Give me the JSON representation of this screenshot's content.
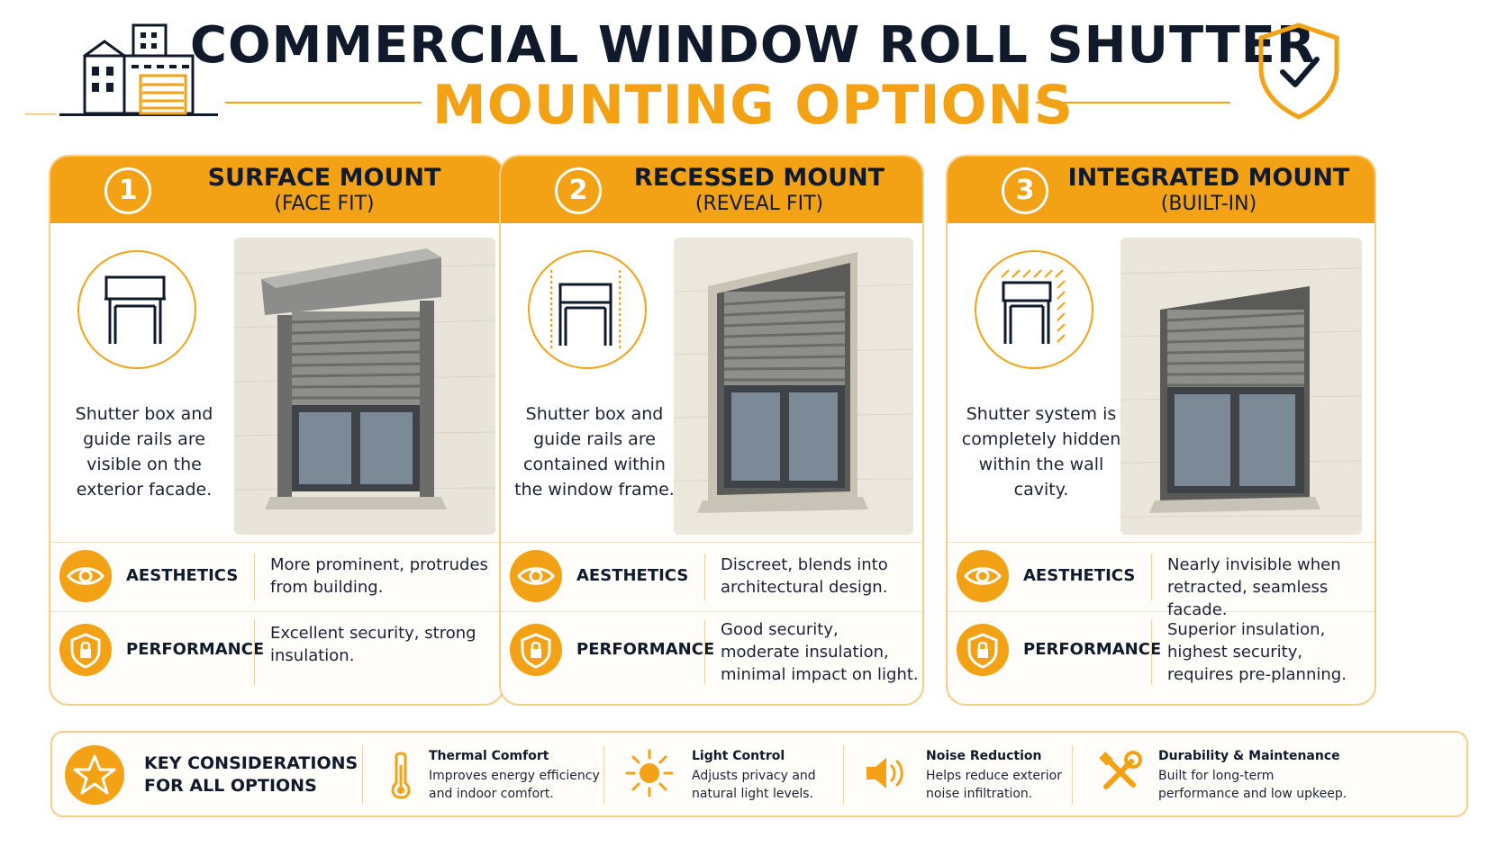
{
  "header": {
    "title_line1": "COMMERCIAL WINDOW ROLL SHUTTER",
    "title_line2": "MOUNTING OPTIONS",
    "left_icon": "commercial-building-icon",
    "right_icon": "shield-check-icon"
  },
  "colors": {
    "accent": "#f3a215",
    "dark": "#111a2b",
    "card_border": "#f6cd85"
  },
  "cards": [
    {
      "number": "1",
      "title": "SURFACE MOUNT",
      "subtitle": "(FACE FIT)",
      "diagram_icon": "surface-mount-diagram-icon",
      "description": "Shutter box and guide rails are visible on the exterior facade.",
      "attributes": [
        {
          "icon": "eye-icon",
          "label": "AESTHETICS",
          "text": "More prominent, protrudes from building."
        },
        {
          "icon": "shield-lock-icon",
          "label": "PERFORMANCE",
          "text": "Excellent security, strong insulation."
        }
      ]
    },
    {
      "number": "2",
      "title": "RECESSED MOUNT",
      "subtitle": "(REVEAL FIT)",
      "diagram_icon": "recessed-mount-diagram-icon",
      "description": "Shutter box and guide rails are contained within the window frame.",
      "attributes": [
        {
          "icon": "eye-icon",
          "label": "AESTHETICS",
          "text": "Discreet, blends into architectural design."
        },
        {
          "icon": "shield-lock-icon",
          "label": "PERFORMANCE",
          "text": "Good security, moderate insulation, minimal impact on light."
        }
      ]
    },
    {
      "number": "3",
      "title": "INTEGRATED MOUNT",
      "subtitle": "(BUILT-IN)",
      "diagram_icon": "integrated-mount-diagram-icon",
      "description": "Shutter system is completely hidden within the wall cavity.",
      "attributes": [
        {
          "icon": "eye-icon",
          "label": "AESTHETICS",
          "text": "Nearly invisible when retracted, seamless facade."
        },
        {
          "icon": "shield-lock-icon",
          "label": "PERFORMANCE",
          "text": "Superior insulation, highest security, requires pre-planning."
        }
      ]
    }
  ],
  "footer": {
    "icon": "star-icon",
    "title": "KEY CONSIDERATIONS FOR ALL OPTIONS",
    "items": [
      {
        "icon": "thermometer-icon",
        "title": "Thermal Comfort",
        "text": "Improves energy efficiency and indoor comfort."
      },
      {
        "icon": "sun-icon",
        "title": "Light Control",
        "text": "Adjusts privacy and natural light levels."
      },
      {
        "icon": "speaker-icon",
        "title": "Noise Reduction",
        "text": "Helps reduce exterior noise infiltration."
      },
      {
        "icon": "tools-icon",
        "title": "Durability & Maintenance",
        "text": "Built for long-term performance and low upkeep."
      }
    ]
  }
}
